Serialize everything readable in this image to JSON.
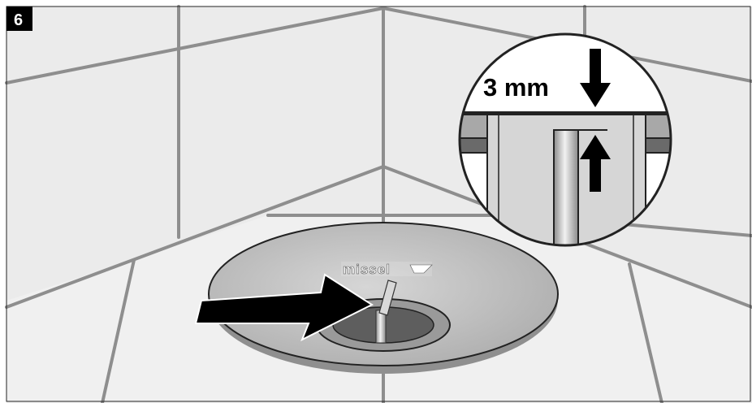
{
  "figure": {
    "step_number": "6",
    "measurement_label": "3 mm",
    "brand_logo_text": "missel",
    "colors": {
      "tile_face": "#ebebeb",
      "grout": "#8e8e8e",
      "cover_plate": "#c4c4c4",
      "detail_inner": "#d6d6d6",
      "dark_gray": "#6a6a6a",
      "black": "#000000"
    },
    "icons": [
      "insert-arrow-icon",
      "down-arrow-icon",
      "up-arrow-icon",
      "logo-icon"
    ]
  }
}
